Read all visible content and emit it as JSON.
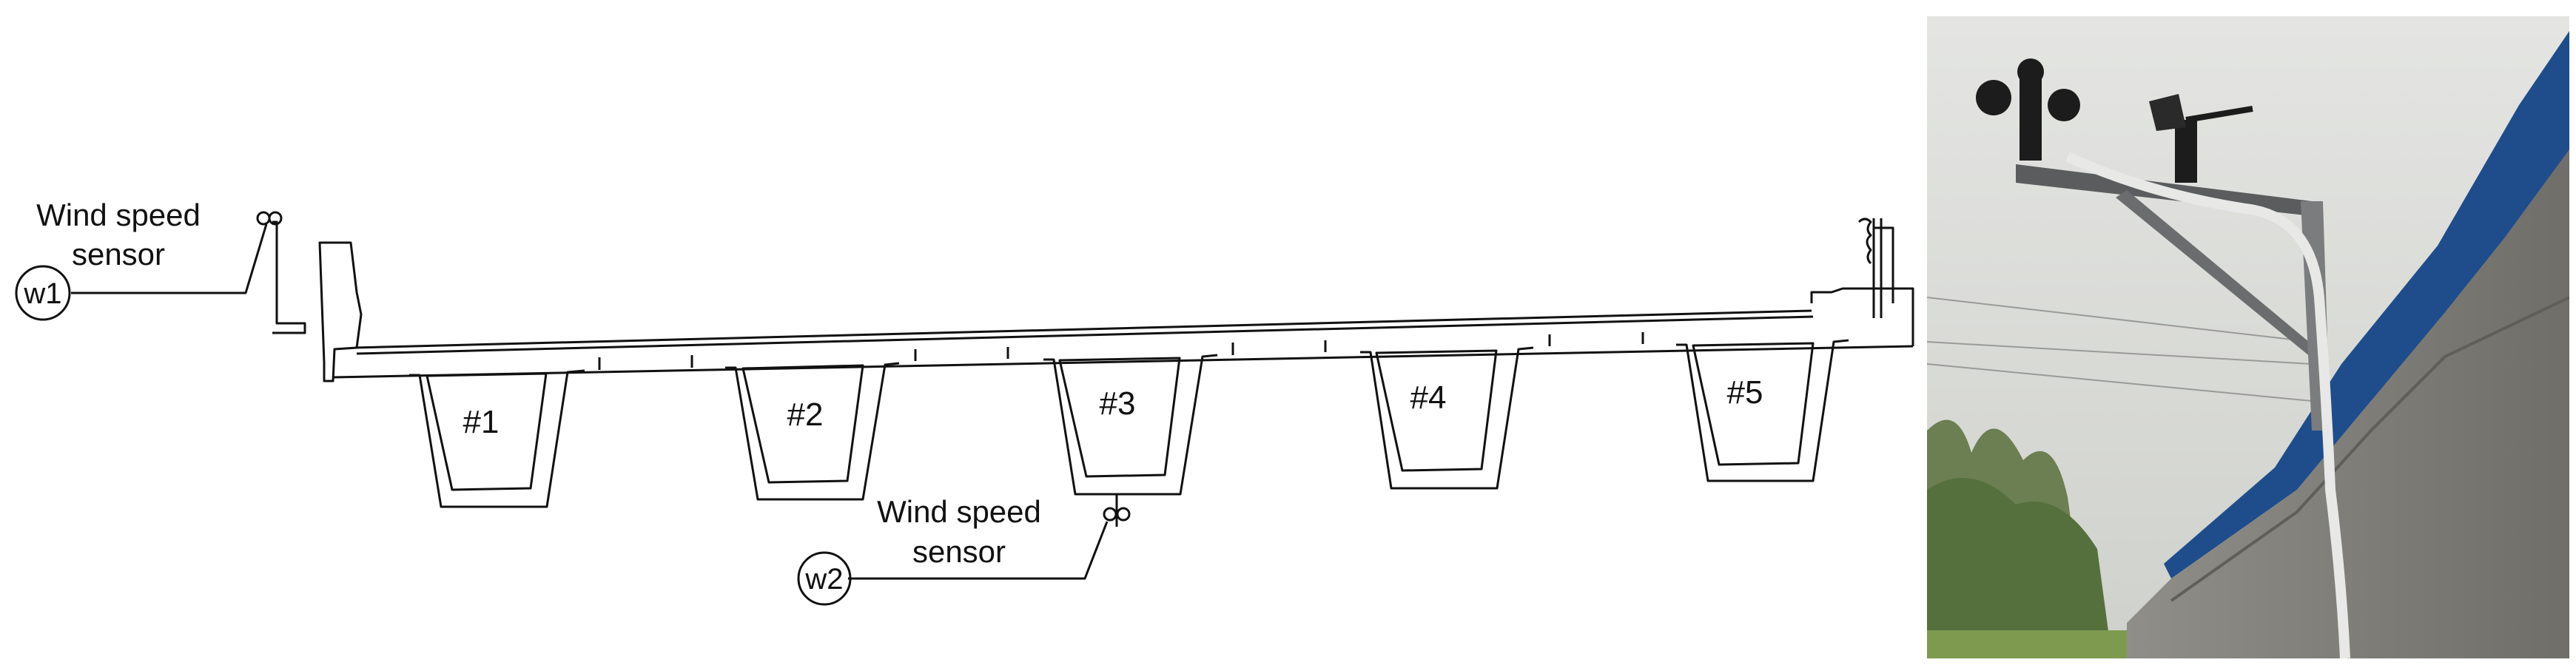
{
  "sensors": {
    "w1": {
      "tag": "w1",
      "label_line1": "Wind speed",
      "label_line2": "sensor"
    },
    "w2": {
      "tag": "w2",
      "label_line1": "Wind speed",
      "label_line2": "sensor"
    }
  },
  "girders": [
    "#1",
    "#2",
    "#3",
    "#4",
    "#5"
  ],
  "colors": {
    "line": "#111111",
    "sky": "#d9dad6",
    "barrier": "#8a8a86",
    "pipe": "#1f4d8c",
    "foliage": "#5c7a3e"
  },
  "photo": {
    "icon": "anemometer-on-bracket-photo"
  }
}
